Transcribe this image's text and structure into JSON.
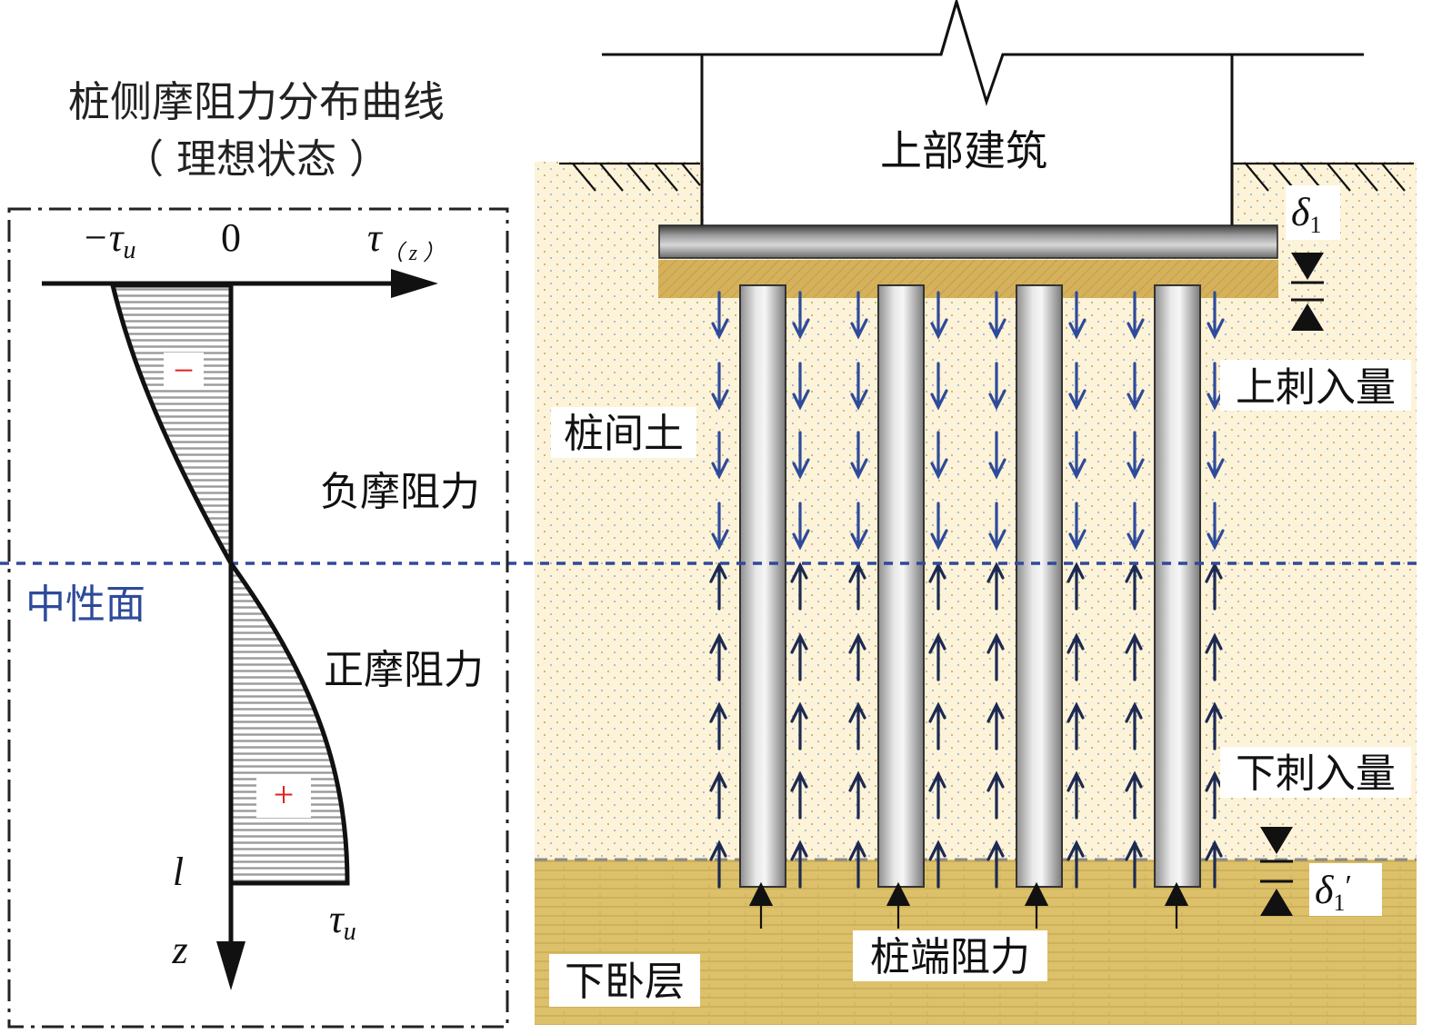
{
  "left_panel": {
    "title_line1": "桩侧摩阻力分布曲线",
    "title_line2": "（ 理想状态 ）",
    "axis_neg_label": "−τ",
    "axis_neg_sub": "u",
    "axis_zero_label": "0",
    "axis_tau_label": "τ",
    "axis_tau_sub": "（ z ）",
    "neg_sign": "−",
    "pos_sign": "+",
    "negative_friction_label": "负摩阻力",
    "positive_friction_label": "正摩阻力",
    "neutral_plane_label": "中性面",
    "depth_l_label": "l",
    "depth_z_label": "z",
    "tau_u_label": "τ",
    "tau_u_sub": "u"
  },
  "right_panel": {
    "building_label": "上部建筑",
    "soil_between_label": "桩间土",
    "upper_penetration_label": "上刺入量",
    "lower_penetration_label": "下刺入量",
    "bearing_layer_label": "下卧层",
    "tip_resistance_label": "桩端阻力",
    "delta1_label": "δ",
    "delta1_sub": "1",
    "delta1p_label": "δ",
    "delta1p_sub": "1",
    "delta1p_prime": "′"
  },
  "colors": {
    "soil_fill": "#fdf3d8",
    "soil_dots": "#9fb6d6",
    "bearing_fill": "#dcc06a",
    "cap_fill": "#d4b15a",
    "neutral_line": "#2e4a9a",
    "arrow_blue": "#2e4a9a",
    "arrow_dark": "#1c2a52",
    "sign_red": "#e02020"
  }
}
